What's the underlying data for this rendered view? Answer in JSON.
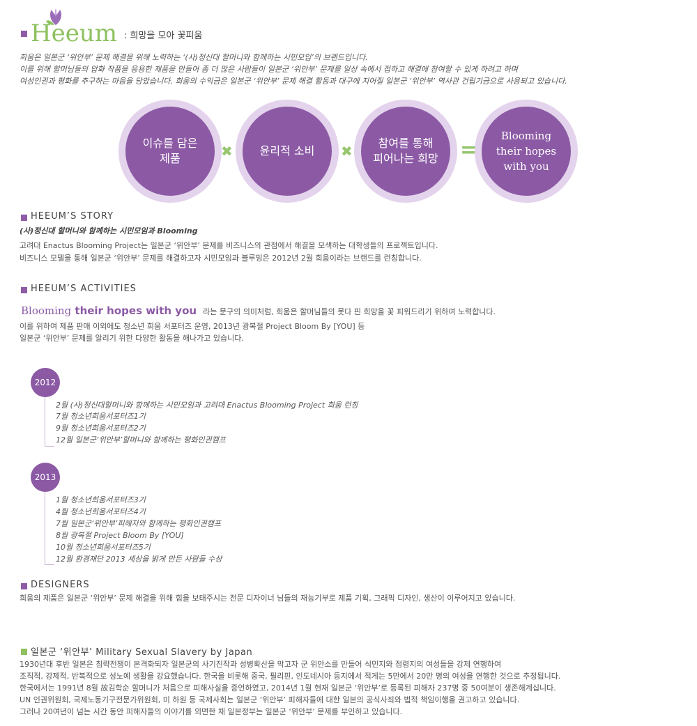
{
  "header": {
    "logo_text": "Heeum",
    "tagline": ": 희망을 모아 꽃피움",
    "intro": [
      "희움은 일본군 ‘위안부’ 문제 해결을 위해 노력하는 ‘(사)정신대 할머니와 함께하는 시민모임’의 브랜드입니다.",
      "이를 위해 할머님들의 압화 작품을 응용한 제품을 만들어 좀 더 많은 사람들이 일본군 ‘위안부’ 문제를 일상 속에서 접하고 해결에 참여할 수 있게 하려고 하며",
      "여성인권과 평화를 추구하는 마음을 담았습니다. 희움의 수익금은 일본군 ‘위안부’ 문제 해결 활동과 대구에 지어질 일본군 ‘위안부’ 역사관 건립기금으로 사용되고 있습니다."
    ]
  },
  "diagram": {
    "circles": [
      {
        "line1": "이슈를 담은",
        "line2": "제품"
      },
      {
        "line1": "윤리적 소비",
        "line2": ""
      },
      {
        "line1": "참여를 통해",
        "line2": "피어나는 희망"
      },
      {
        "line1": "Blooming",
        "line2": "their hopes",
        "line3": "with you"
      }
    ],
    "op1": "✖",
    "op2": "✖",
    "op3": "="
  },
  "story": {
    "title": "HEEUM’S STORY",
    "subtitle": "(사)정신대 할머니와 함께하는 시민모임과 Blooming",
    "lines": [
      "고려대 Enactus Blooming Project는 일본군 ‘위안부’ 문제를 비즈니스의 관점에서 해결을 모색하는 대학생들의 프로젝트입니다.",
      "비즈니스 모델을 통해 일본군 ‘위안부’ 문제를 해결하고자 시민모임과 블루밍은 2012년 2월 희움이라는 브랜드를 런칭합니다."
    ]
  },
  "activities": {
    "title": "HEEUM’S ACTIVITIES",
    "slogan_a": "Blooming",
    "slogan_b": " their hopes with you",
    "line1_rest": "라는 문구의 의미처럼, 희움은 할머님들의 못다 핀 희망을 꽃 피워드리기 위하여 노력합니다.",
    "lines": [
      "이를 위하여 제품 판매 이외에도 청소년 희움 서포터즈 운영, 2013년 광복절 Project Bloom By [YOU] 등",
      "일본군 ‘위안부’ 문제를 알리기 위한 다양한 활동을 해나가고 있습니다."
    ]
  },
  "timeline": [
    {
      "year": "2012",
      "items": [
        "2월 (사)정신대할머니와 함께하는 시민모임과 고려대 Enactus Blooming Project  희움 런칭",
        "7월 청소년희움서포터즈1기",
        "9월 청소년희움서포터즈2기",
        "12월 일본군‘위안부’할머니와 함께하는 평화인권캠프"
      ]
    },
    {
      "year": "2013",
      "items": [
        "1월 청소년희움서포터즈3기",
        "4월 청소년희움서포터즈4기",
        "7월 일본군‘위안부’피해자와 함께하는 평화인권캠프",
        "8월 광복절 Project Bloom By [YOU]",
        "10월 청소년희움서포터즈5기",
        "12월 환경재단 2013 세상을 밝게 만든 사람들 수상"
      ]
    }
  ],
  "designers": {
    "title": "DESIGNERS",
    "line": "희움의 제품은 일본군 ‘위안부’ 문제 해결을 위해 힘을 보태주시는 전문 디자이너 님들의 재능기부로 제품 기획, 그래픽 디자인, 생산이 이루어지고 있습니다."
  },
  "military": {
    "title": "일본군 ‘위안부’ Military Sexual Slavery by Japan",
    "lines": [
      "1930년대 후반 일본은 침략전쟁이 본격화되자 일본군의 사기진작과 성병확산을 막고자 군 위안소를 만들어 식민지와 점령지의 여성들을 강제 연행하여",
      "조직적, 강제적, 반복적으로 성노예 생활을 강요했습니다. 한국을 비롯해 중국, 필리핀, 인도네시아 등지에서 적게는 5만에서 20만 명의 여성을 연행한 것으로 추정됩니다.",
      "한국에서는 1991년 8월 故김학순 할머니가 처음으로 피해사실을 증언하였고, 2014년 1월 현재 일본군 ‘위안부’로 등록된 피해자 237명 중 50여분이 생존해계십니다.",
      "UN 인권위원회, 국제노동기구전문가위원회, 미 하원 등 국제사회는 일본군 ‘위안부’ 피해자들에 대한 일본의 공식사죄와 법적 책임이행을 권고하고 있습니다.",
      "그러나 20여년이 넘는 시간 동안 피해자들의 이야기를 외면한 채 일본정부는 일본군 ‘위안부’ 문제를 부인하고 있습니다."
    ]
  },
  "colors": {
    "accent": "#8c5aa5",
    "green": "#96c66d"
  }
}
